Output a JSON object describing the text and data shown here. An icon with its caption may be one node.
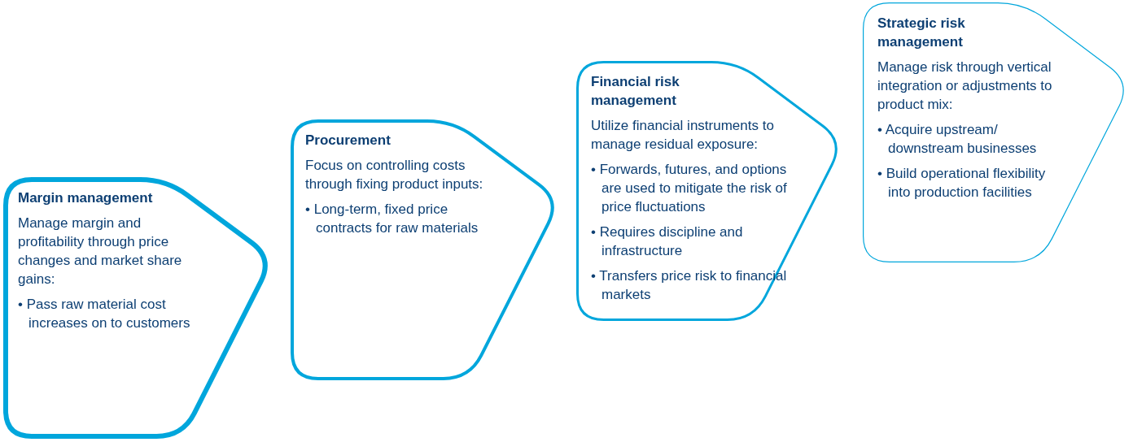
{
  "diagram": {
    "nodes": [
      {
        "text": [
          "Margin management",
          "Manage margin and profitability through price changes and market share gains:",
          "• Pass raw material cost increases on to customers"
        ]
      },
      {
        "text": [
          "Procurement",
          "Focus on controlling costs through fixing product inputs:",
          "• Long-term, fixed price contracts for raw materials"
        ]
      },
      {
        "text": [
          "Financial risk management",
          "Utilize financial instruments to manage residual exposure:",
          "• Forwards, futures, and options are used to mitigate the risk of price fluctuations",
          "• Requires discipline and infrastructure",
          "• Transfers price risk to financial markets"
        ]
      },
      {
        "text": [
          "Strategic risk management",
          "Manage risk through vertical integration or adjustments to product mix:",
          "• Acquire upstream/ downstream businesses",
          "• Build operational flexibility into production facilities"
        ]
      }
    ]
  }
}
